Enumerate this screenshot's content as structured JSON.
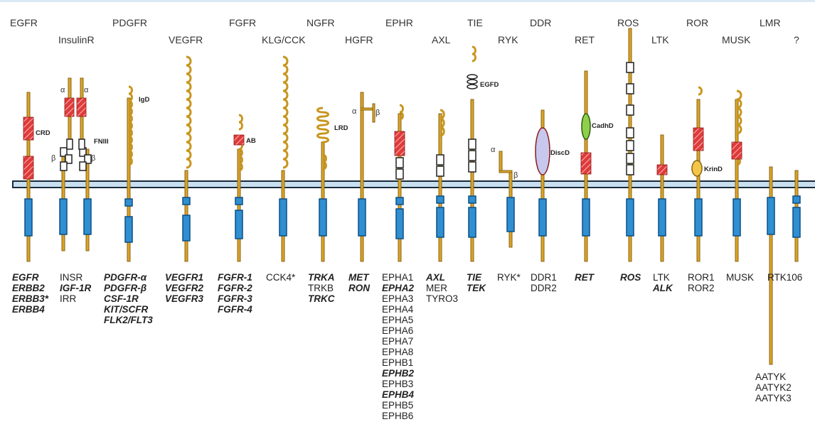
{
  "families": [
    {
      "name": "EGFR",
      "genes": [
        {
          "t": "EGFR",
          "i": true
        },
        {
          "t": "ERBB2",
          "i": true
        },
        {
          "t": "ERBB3*",
          "i": true
        },
        {
          "t": "ERBB4",
          "i": true
        }
      ]
    },
    {
      "name": "InsulinR",
      "genes": [
        {
          "t": "INSR",
          "i": false
        },
        {
          "t": "IGF-1R",
          "i": true
        },
        {
          "t": "IRR",
          "i": false
        }
      ]
    },
    {
      "name": "PDGFR",
      "genes": [
        {
          "t": "PDGFR-α",
          "i": true
        },
        {
          "t": "PDGFR-β",
          "i": true
        },
        {
          "t": "CSF-1R",
          "i": true
        },
        {
          "t": "KIT/SCFR",
          "i": true
        },
        {
          "t": "FLK2/FLT3",
          "i": true
        }
      ]
    },
    {
      "name": "VEGFR",
      "genes": [
        {
          "t": "VEGFR1",
          "i": true
        },
        {
          "t": "VEGFR2",
          "i": true
        },
        {
          "t": "VEGFR3",
          "i": true
        }
      ]
    },
    {
      "name": "FGFR",
      "genes": [
        {
          "t": "FGFR-1",
          "i": true
        },
        {
          "t": "FGFR-2",
          "i": true
        },
        {
          "t": "FGFR-3",
          "i": true
        },
        {
          "t": "FGFR-4",
          "i": true
        }
      ]
    },
    {
      "name": "KLG/CCK",
      "genes": [
        {
          "t": "CCK4*",
          "i": false
        }
      ]
    },
    {
      "name": "NGFR",
      "genes": [
        {
          "t": "TRKA",
          "i": true
        },
        {
          "t": "TRKB",
          "i": false
        },
        {
          "t": "TRKC",
          "i": true
        }
      ]
    },
    {
      "name": "HGFR",
      "genes": [
        {
          "t": "MET",
          "i": true
        },
        {
          "t": "RON",
          "i": true
        }
      ]
    },
    {
      "name": "EPHR",
      "genes": [
        {
          "t": "EPHA1",
          "i": false
        },
        {
          "t": "EPHA2",
          "i": true
        },
        {
          "t": "EPHA3",
          "i": false
        },
        {
          "t": "EPHA4",
          "i": false
        },
        {
          "t": "EPHA5",
          "i": false
        },
        {
          "t": "EPHA6",
          "i": false
        },
        {
          "t": "EPHA7",
          "i": false
        },
        {
          "t": "EPHA8",
          "i": false
        },
        {
          "t": "EPHB1",
          "i": false
        },
        {
          "t": "EPHB2",
          "i": true
        },
        {
          "t": "EPHB3",
          "i": false
        },
        {
          "t": "EPHB4",
          "i": true
        },
        {
          "t": "EPHB5",
          "i": false
        },
        {
          "t": "EPHB6",
          "i": false
        }
      ]
    },
    {
      "name": "AXL",
      "genes": [
        {
          "t": "AXL",
          "i": true
        },
        {
          "t": "MER",
          "i": false
        },
        {
          "t": "TYRO3",
          "i": false
        }
      ]
    },
    {
      "name": "TIE",
      "genes": [
        {
          "t": "TIE",
          "i": true
        },
        {
          "t": "TEK",
          "i": true
        }
      ]
    },
    {
      "name": "RYK",
      "genes": [
        {
          "t": "RYK*",
          "i": false
        }
      ]
    },
    {
      "name": "DDR",
      "genes": [
        {
          "t": "DDR1",
          "i": false
        },
        {
          "t": "DDR2",
          "i": false
        }
      ]
    },
    {
      "name": "RET",
      "genes": [
        {
          "t": "RET",
          "i": true
        }
      ]
    },
    {
      "name": "ROS",
      "genes": [
        {
          "t": "ROS",
          "i": true
        }
      ]
    },
    {
      "name": "LTK",
      "genes": [
        {
          "t": "LTK",
          "i": false
        },
        {
          "t": "ALK",
          "i": true
        }
      ]
    },
    {
      "name": "ROR",
      "genes": [
        {
          "t": "ROR1",
          "i": false
        },
        {
          "t": "ROR2",
          "i": false
        }
      ]
    },
    {
      "name": "MUSK",
      "genes": [
        {
          "t": "MUSK",
          "i": false
        }
      ]
    },
    {
      "name": "LMR",
      "genes": [
        {
          "t": "AATYK",
          "i": false
        },
        {
          "t": "AATYK2",
          "i": false
        },
        {
          "t": "AATYK3",
          "i": false
        }
      ]
    },
    {
      "name": "?",
      "genes": [
        {
          "t": "RTK106",
          "i": false
        }
      ]
    }
  ],
  "domain_labels": {
    "crd": "CRD",
    "fniii": "FNIII",
    "igd": "IgD",
    "ab": "AB",
    "lrd": "LRD",
    "egfd": "EGFD",
    "discd": "DiscD",
    "cadhd": "CadhD",
    "krind": "KrinD",
    "alpha": "α",
    "beta": "β"
  },
  "colors": {
    "stalk": "#c8961e",
    "stalk_edge": "#8a6410",
    "kinase": "#2f8fd0",
    "kinase_edge": "#0d4f86",
    "membrane": "#c8dff0",
    "membrane_edge": "#1a2a3a",
    "crd": "#e03a3a",
    "disc": "#c8c8ee",
    "cadh": "#8fd04a",
    "kringle": "#f3c64a",
    "text": "#222222"
  }
}
